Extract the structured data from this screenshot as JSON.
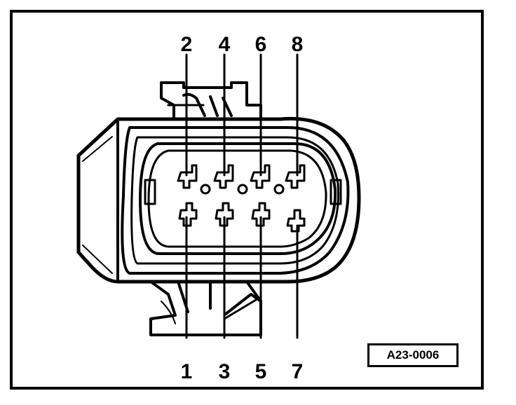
{
  "diagram": {
    "pins_top": [
      "2",
      "4",
      "6",
      "8"
    ],
    "pins_bottom": [
      "1",
      "3",
      "5",
      "7"
    ],
    "reference_code": "A23-0006"
  },
  "colors": {
    "ink": "#000000",
    "paper": "#ffffff"
  }
}
